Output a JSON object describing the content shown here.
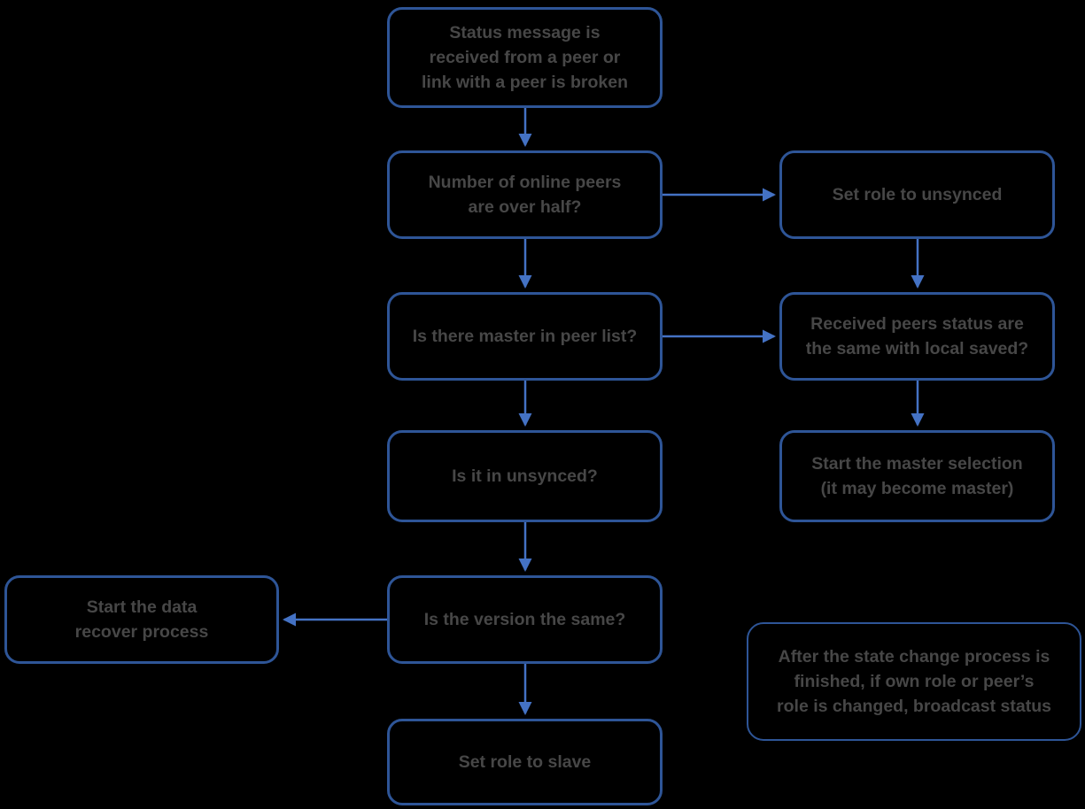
{
  "diagram": {
    "type": "flowchart",
    "background_color": "#000000",
    "node_border_color": "#2E5597",
    "arrow_color": "#4472C4",
    "text_color": "#474747",
    "nodes": [
      {
        "id": "status-received",
        "label": "Status message is\nreceived from a peer or\nlink with a peer is broken"
      },
      {
        "id": "peers-over-half",
        "label": "Number of online peers\nare over half?"
      },
      {
        "id": "set-role-unsynced",
        "label": "Set role to unsynced"
      },
      {
        "id": "master-in-peer-list",
        "label": "Is there master in peer list?"
      },
      {
        "id": "received-status-same",
        "label": "Received peers status are\nthe same with local saved?"
      },
      {
        "id": "is-in-unsynced",
        "label": "Is it in unsynced?"
      },
      {
        "id": "start-master-selection",
        "label": "Start the master selection\n(it may become master)"
      },
      {
        "id": "version-same",
        "label": "Is the version the same?"
      },
      {
        "id": "start-data-recover",
        "label": "Start the data\nrecover process"
      },
      {
        "id": "set-role-slave",
        "label": "Set role to slave"
      },
      {
        "id": "broadcast-note",
        "label": "After the state change process is\nfinished, if own role or peer’s\nrole is changed, broadcast status"
      }
    ],
    "edges": [
      {
        "from": "status-received",
        "to": "peers-over-half"
      },
      {
        "from": "peers-over-half",
        "to": "set-role-unsynced"
      },
      {
        "from": "peers-over-half",
        "to": "master-in-peer-list"
      },
      {
        "from": "set-role-unsynced",
        "to": "received-status-same"
      },
      {
        "from": "master-in-peer-list",
        "to": "received-status-same"
      },
      {
        "from": "master-in-peer-list",
        "to": "is-in-unsynced"
      },
      {
        "from": "received-status-same",
        "to": "start-master-selection"
      },
      {
        "from": "is-in-unsynced",
        "to": "version-same"
      },
      {
        "from": "version-same",
        "to": "start-data-recover"
      },
      {
        "from": "version-same",
        "to": "set-role-slave"
      }
    ]
  }
}
